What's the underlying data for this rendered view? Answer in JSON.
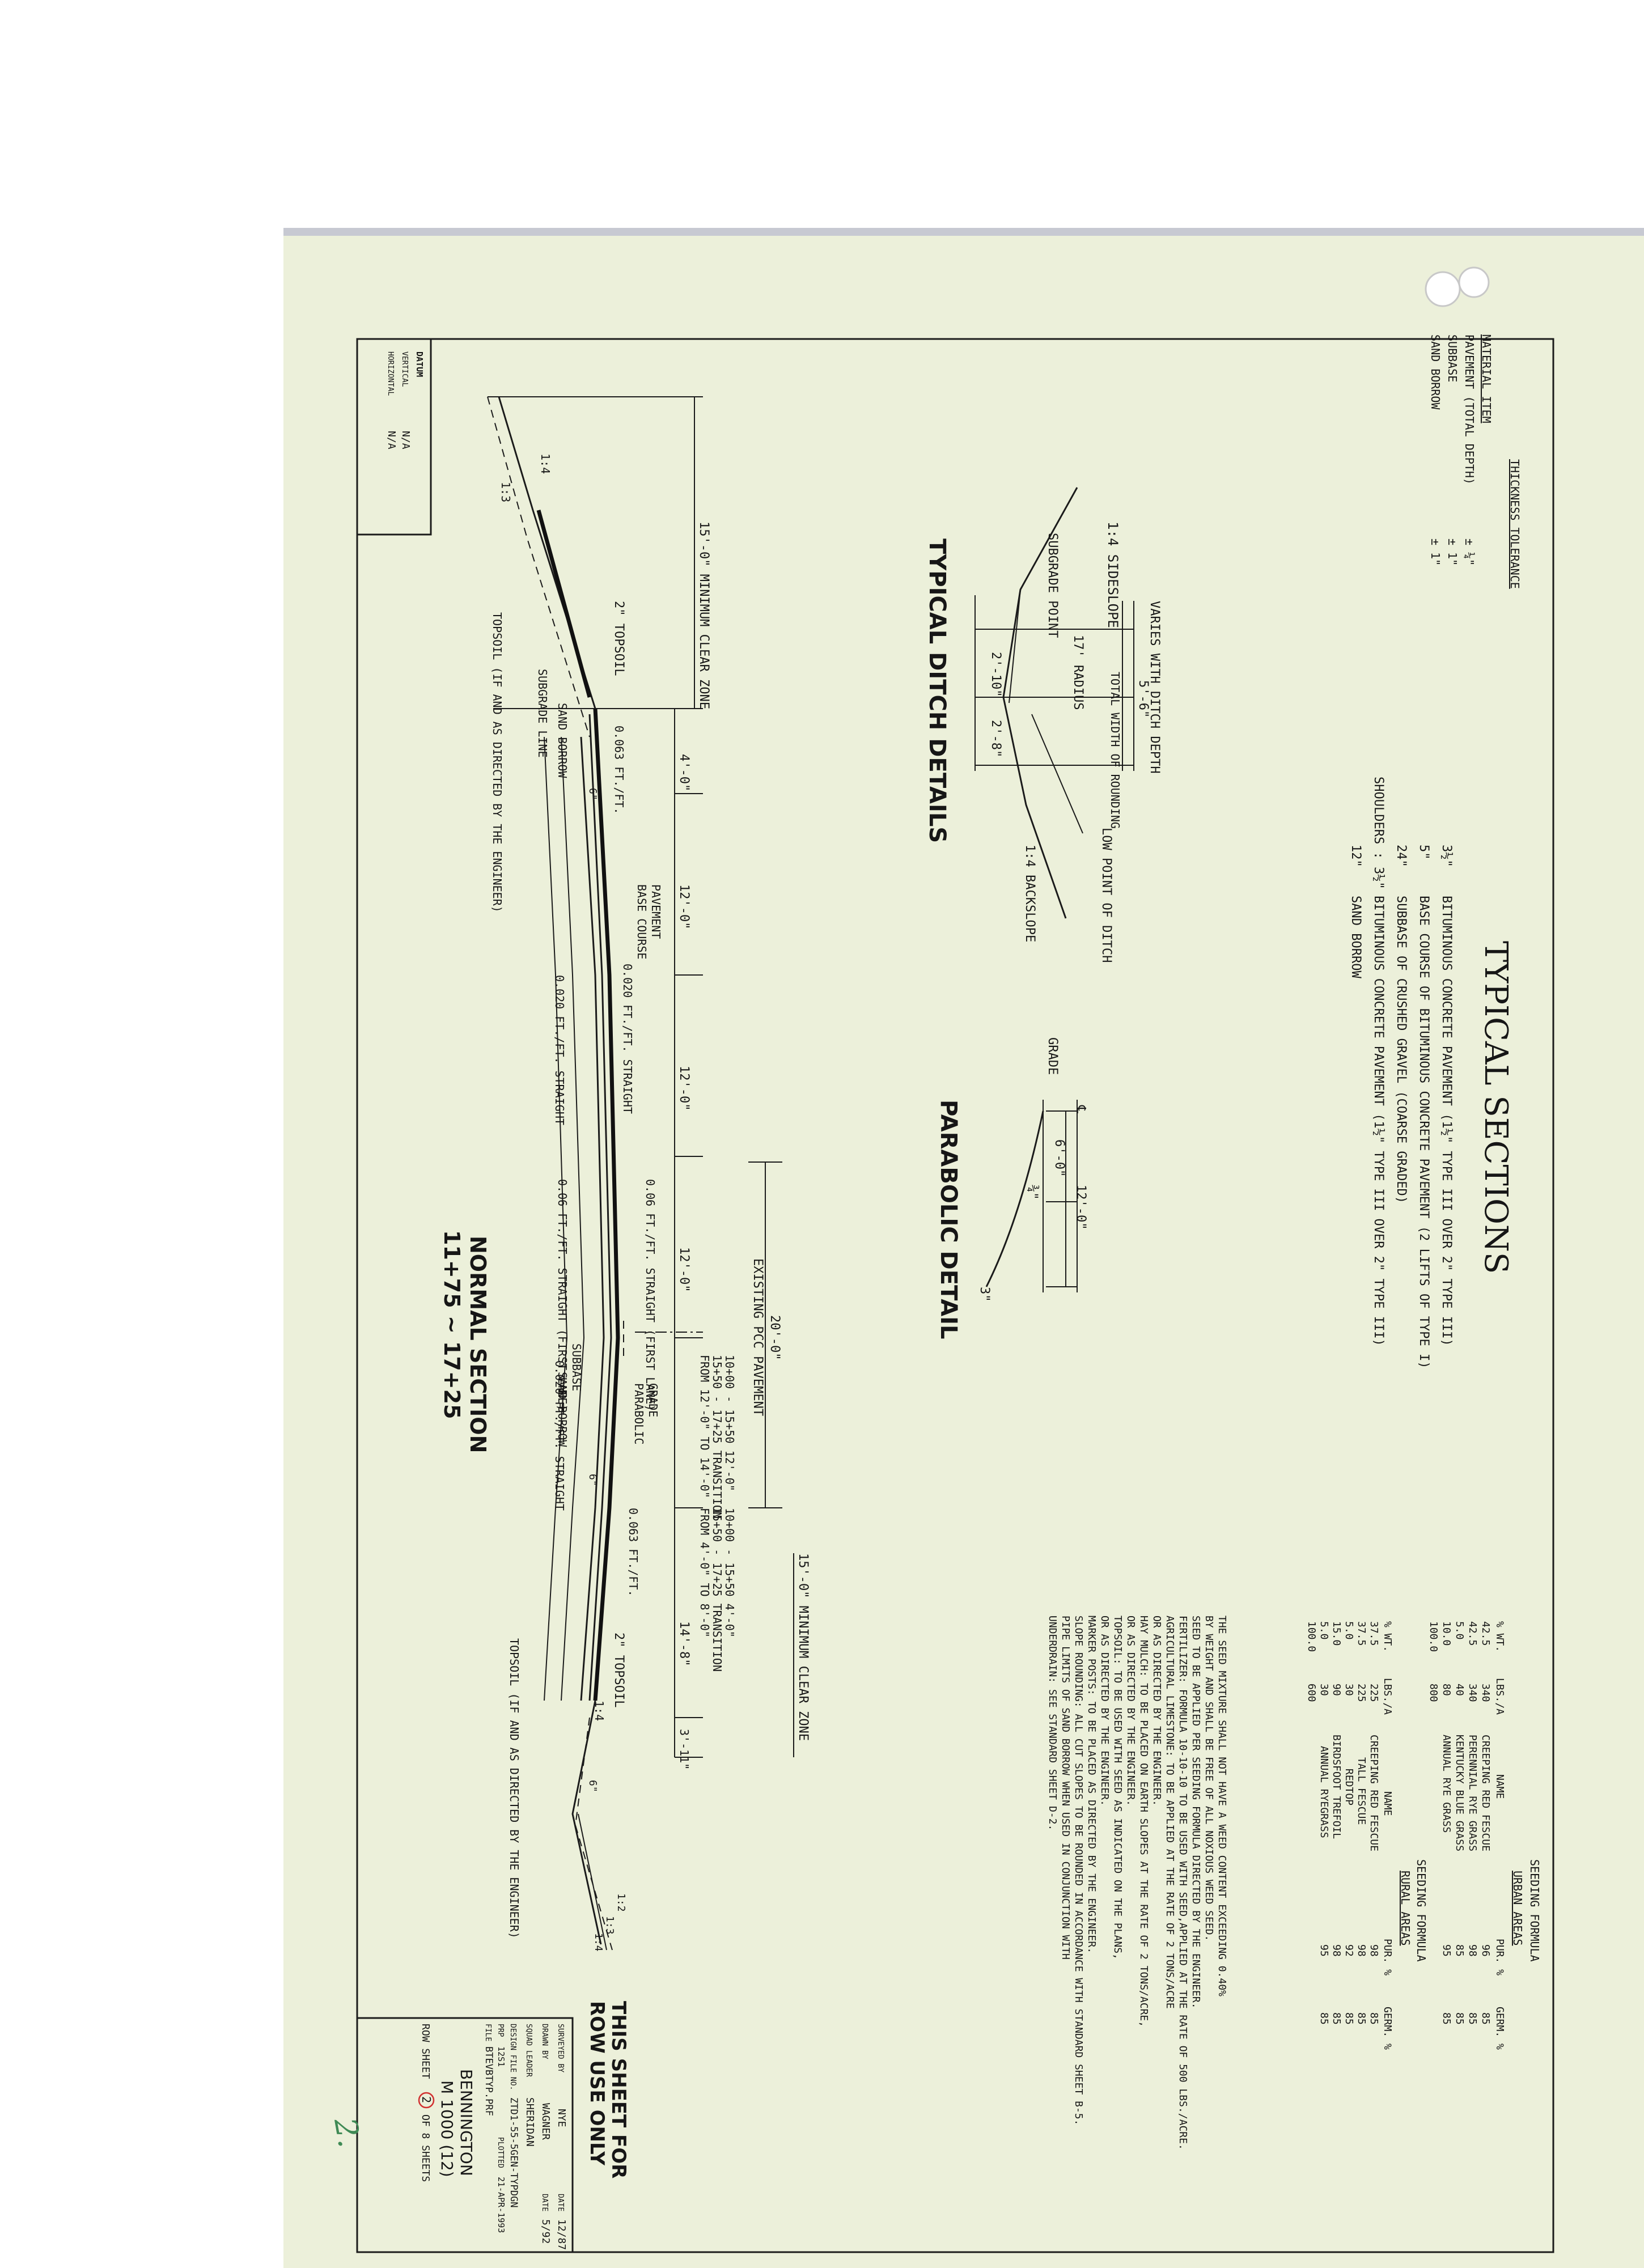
{
  "title": "TYPICAL SECTIONS",
  "materials": [
    {
      "qty": "3½\"",
      "text": "BITUMINOUS CONCRETE PAVEMENT (1½\" TYPE III OVER 2\" TYPE III)"
    },
    {
      "qty": "5\"",
      "text": "BASE COURSE OF BITUMINOUS CONCRETE PAVEMENT (2 LIFTS OF TYPE I)"
    },
    {
      "qty": "24\"",
      "text": "SUBBASE OF CRUSHED GRAVEL (COARSE GRADED)"
    },
    {
      "qty": "SHOULDERS : 3½\"",
      "text": "BITUMINOUS CONCRETE PAVEMENT (1½\" TYPE III OVER 2\" TYPE III)"
    },
    {
      "qty": "12\"",
      "text": "SAND BORROW"
    }
  ],
  "tolerance": {
    "col1": "MATERIAL ITEM",
    "col2": "THICKNESS TOLERANCE",
    "rows": [
      {
        "item": "PAVEMENT (TOTAL DEPTH)",
        "tol": "± ¼\""
      },
      {
        "item": "SUBBASE",
        "tol": "± 1\""
      },
      {
        "item": "SAND BORROW",
        "tol": "± 1\""
      }
    ]
  },
  "datum": {
    "label": "DATUM",
    "vertical": "VERTICAL",
    "horizontal": "HORIZONTAL",
    "v_val": "N/A",
    "h_val": "N/A"
  },
  "ditch": {
    "title": "TYPICAL DITCH DETAILS",
    "sideslope": "1:4 SIDESLOPE",
    "subgrade_point": "SUBGRADE POINT",
    "varies": "VARIES WITH DITCH DEPTH",
    "radius": "17' RADIUS",
    "total_width": "TOTAL WIDTH OF ROUNDING",
    "dim_56": "5'-6\"",
    "dim_210": "2'-10\"",
    "dim_28": "2'-8\"",
    "low_point": "LOW POINT OF DITCH",
    "backslope": "1:4 BACKSLOPE"
  },
  "parabolic": {
    "title": "PARABOLIC DETAIL",
    "grade": "GRADE",
    "cl": "℄",
    "dim_60": "6'-0\"",
    "dim_120": "12'-0\"",
    "dim_34": "¾\"",
    "dim_3": "3\""
  },
  "seeding_urban": {
    "title": "SEEDING FORMULA",
    "subtitle": "URBAN AREAS",
    "headers": [
      "% WT.",
      "LBS./A",
      "NAME",
      "PUR. %",
      "GERM. %"
    ],
    "rows": [
      [
        "42.5",
        "340",
        "CREEPING RED FESCUE",
        "96",
        "85"
      ],
      [
        "42.5",
        "340",
        "PERENNIAL RYE GRASS",
        "98",
        "85"
      ],
      [
        "5.0",
        "40",
        "KENTUCKY BLUE GRASS",
        "85",
        "85"
      ],
      [
        "10.0",
        "80",
        "ANNUAL RYE GRASS",
        "95",
        "85"
      ]
    ],
    "total": [
      "100.0",
      "800"
    ]
  },
  "seeding_rural": {
    "title": "SEEDING FORMULA",
    "subtitle": "RURAL AREAS",
    "headers": [
      "% WT.",
      "LBS./A",
      "NAME",
      "PUR. %",
      "GERM. %"
    ],
    "rows": [
      [
        "37.5",
        "225",
        "CREEPING RED FESCUE",
        "98",
        "85"
      ],
      [
        "37.5",
        "225",
        "TALL FESCUE",
        "98",
        "85"
      ],
      [
        "5.0",
        "30",
        "REDTOP",
        "92",
        "85"
      ],
      [
        "15.0",
        "90",
        "BIRDSFOOT TREFOIL",
        "98",
        "85"
      ],
      [
        "5.0",
        "30",
        "ANNUAL RYEGRASS",
        "95",
        "85"
      ]
    ],
    "total": [
      "100.0",
      "600"
    ]
  },
  "notes": [
    "THE SEED MIXTURE SHALL NOT HAVE A WEED CONTENT EXCEEDING 0.40%",
    "BY WEIGHT AND SHALL BE FREE OF ALL NOXIOUS WEED SEED.",
    "SEED TO BE APPLIED PER SEEDING FORMULA DIRECTED BY THE ENGINEER.",
    "FERTILIZER: FORMULA 10-10-10 TO BE USED WITH SEED,APPLIED AT THE RATE OF 500 LBS./ACRE.",
    "AGRICULTURAL LIMESTONE: TO BE APPLIED AT THE RATE OF 2 TONS/ACRE",
    "OR AS DIRECTED BY THE ENGINEER.",
    "HAY MULCH: TO BE PLACED ON EARTH SLOPES AT THE RATE OF 2 TONS/ACRE,",
    "OR AS DIRECTED BY THE ENGINEER.",
    "TOPSOIL: TO BE USED WITH SEED AS INDICATED ON THE PLANS,",
    "OR AS DIRECTED BY THE ENGINEER.",
    "MARKER POSTS: TO BE PLACED AS DIRECTED BY THE ENGINEER.",
    "SLOPE ROUNDING: ALL CUT SLOPES TO BE ROUNDED IN ACCORDANCE WITH STANDARD SHEET B-5.",
    "PIPE LIMITS OF SAND BORROW WHEN USED IN CONJUNCTION WITH",
    "UNDERDRAIN: SEE STANDARD SHEET D-2."
  ],
  "normal": {
    "title": "NORMAL SECTION",
    "station": "11+75 ~ 17+25",
    "clear_zone": "15'-0\" MINIMUM CLEAR ZONE",
    "dim_40": "4'-0\"",
    "dim_120": "12'-0\"",
    "dim_200": "20'-0\"",
    "dim_148": "14'-8\"",
    "dim_311": "3'-11\"",
    "existing": "EXISTING PCC PAVEMENT",
    "topsoil": "2\" TOPSOIL",
    "topsoil_note": "TOPSOIL (IF AND AS DIRECTED BY THE ENGINEER)",
    "sand_borrow": "SAND BORROW",
    "subgrade_line": "SUBGRADE LINE",
    "subbase": "SUBBASE",
    "pavement": "PAVEMENT",
    "base_course": "BASE COURSE",
    "grade": "GRADE",
    "parabolic": "PARABOLIC",
    "slope_063": "0.063 FT./FT.",
    "slope_020": "0.020 FT./FT. STRAIGHT",
    "slope_006": "0.06 FT./FT. STRAIGHT (FIRST LANE)",
    "dim_6": "6\"",
    "slope_14": "1:4",
    "slope_13": "1:3",
    "slope_12": "1:2",
    "transition1": "10+00 - 15+50  12'-0\"",
    "transition1b": "15+50 - 17+25 TRANSITION",
    "transition1c": "FROM 12'-0\" TO 14'-0\"",
    "transition2": "10+00 - 15+50  4'-0\"",
    "transition2b": "15+50 - 17+25 TRANSITION",
    "transition2c": "FROM 4'-0\" TO 8'-0\""
  },
  "row_note": [
    "THIS SHEET FOR",
    "ROW USE ONLY"
  ],
  "titleblock": {
    "surveyed": "SURVEYED BY",
    "surveyed_val": "NYE",
    "date1_label": "DATE",
    "date1": "12/87",
    "drawn": "DRAWN BY",
    "drawn_val": "WAGNER",
    "date2_label": "DATE",
    "date2": "5/92",
    "squad": "SQUAD LEADER",
    "squad_val": "SHERIDAN",
    "design": "DESIGN FILE NO.",
    "design_val": "ZTD1-55-5GEN-TYPDGN",
    "prp": "PRP",
    "prp_val": "12S1",
    "plotted": "PLOTTED",
    "plotted_val": "21-APR-1993",
    "file": "FILE",
    "file_val": "BTEVBTYP.PRF",
    "town": "BENNINGTON",
    "project": "M 1000 (12)",
    "row_sheet": "ROW SHEET",
    "sheet_no": "2",
    "of_sheets": "OF 8 SHEETS"
  },
  "handwritten": "2."
}
